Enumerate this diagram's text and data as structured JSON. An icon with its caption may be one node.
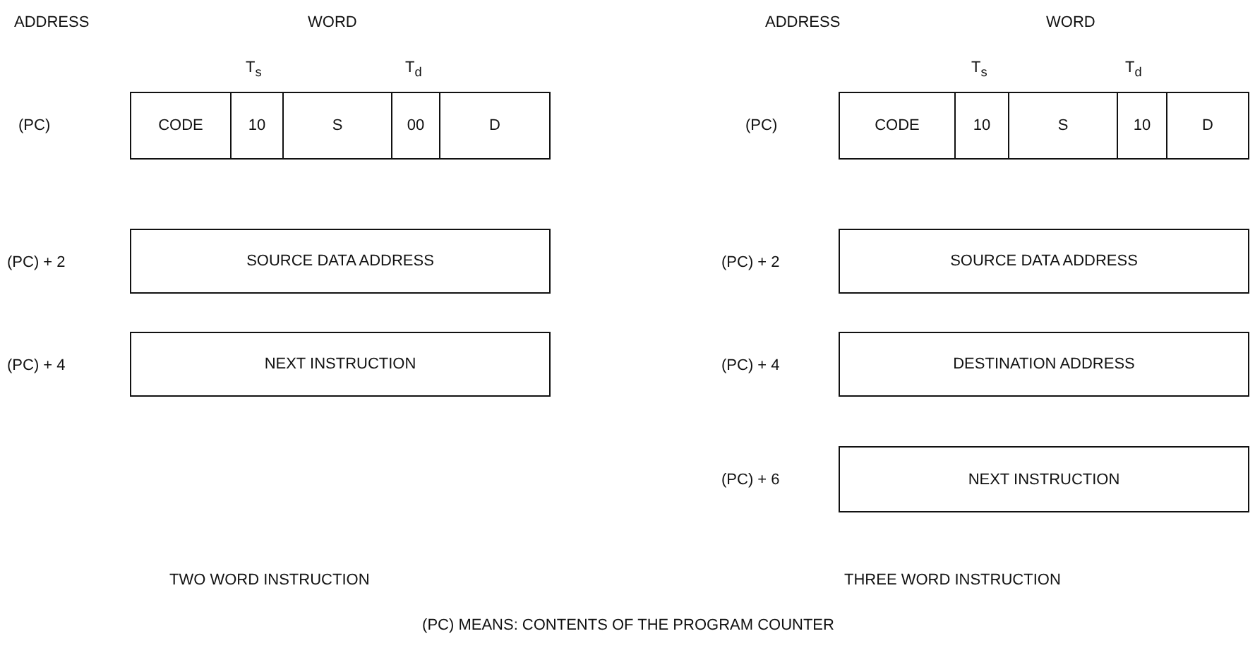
{
  "diagram": {
    "nodes": [
      {
        "text": [
          "CODE"
        ]
      },
      {
        "text": [
          "10"
        ]
      },
      {
        "text": [
          "S"
        ]
      },
      {
        "text": [
          "00"
        ]
      },
      {
        "text": [
          "D"
        ]
      },
      {
        "text": [
          "SOURCE DATA ADDRESS"
        ]
      },
      {
        "text": [
          "NEXT INSTRUCTION"
        ]
      },
      {
        "text": [
          "CODE"
        ]
      },
      {
        "text": [
          "10"
        ]
      },
      {
        "text": [
          "S"
        ]
      },
      {
        "text": [
          "10"
        ]
      },
      {
        "text": [
          "D"
        ]
      },
      {
        "text": [
          "SOURCE DATA ADDRESS"
        ]
      },
      {
        "text": [
          "DESTINATION ADDRESS"
        ]
      },
      {
        "text": [
          "NEXT INSTRUCTION"
        ]
      }
    ],
    "labels": [
      "ADDRESS",
      "WORD",
      "T$_{s}$",
      "T$_{d}$",
      "(PC)",
      "(PC) + 2",
      "(PC) + 4",
      "TWO WORD INSTRUCTION",
      "ADDRESS",
      "WORD",
      "T$_{s}$",
      "T$_{d}$",
      "(PC)",
      "(PC) + 2",
      "(PC) + 4",
      "(PC) + 6",
      "THREE WORD INSTRUCTION",
      "(PC) MEANS: CONTENTS OF THE PROGRAM COUNTER"
    ]
  }
}
